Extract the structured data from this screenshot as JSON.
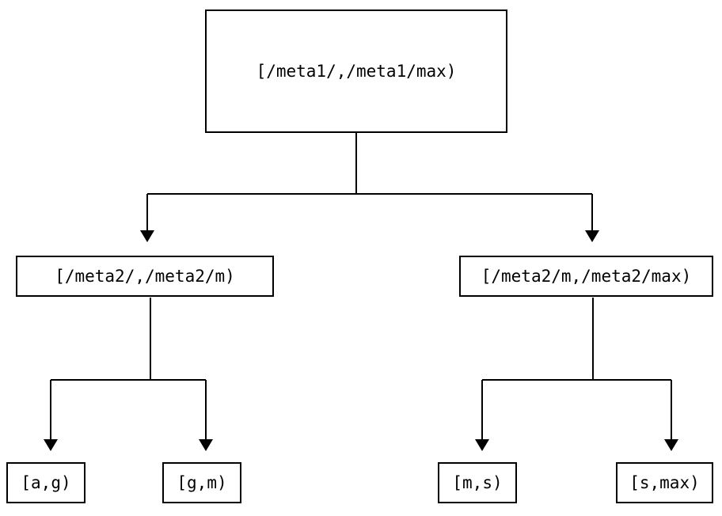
{
  "diagram": {
    "type": "tree",
    "title": "",
    "background_color": "#ffffff",
    "stroke_color": "#000000",
    "text_color": "#000000",
    "levels": 3,
    "root": {
      "label": "[/meta1/,/meta1/max)"
    },
    "level2": [
      {
        "label": "[/meta2/,/meta2/m)"
      },
      {
        "label": "[/meta2/m,/meta2/max)"
      }
    ],
    "leaves": [
      {
        "label": "[a,g)"
      },
      {
        "label": "[g,m)"
      },
      {
        "label": "[m,s)"
      },
      {
        "label": "[s,max)"
      }
    ]
  }
}
